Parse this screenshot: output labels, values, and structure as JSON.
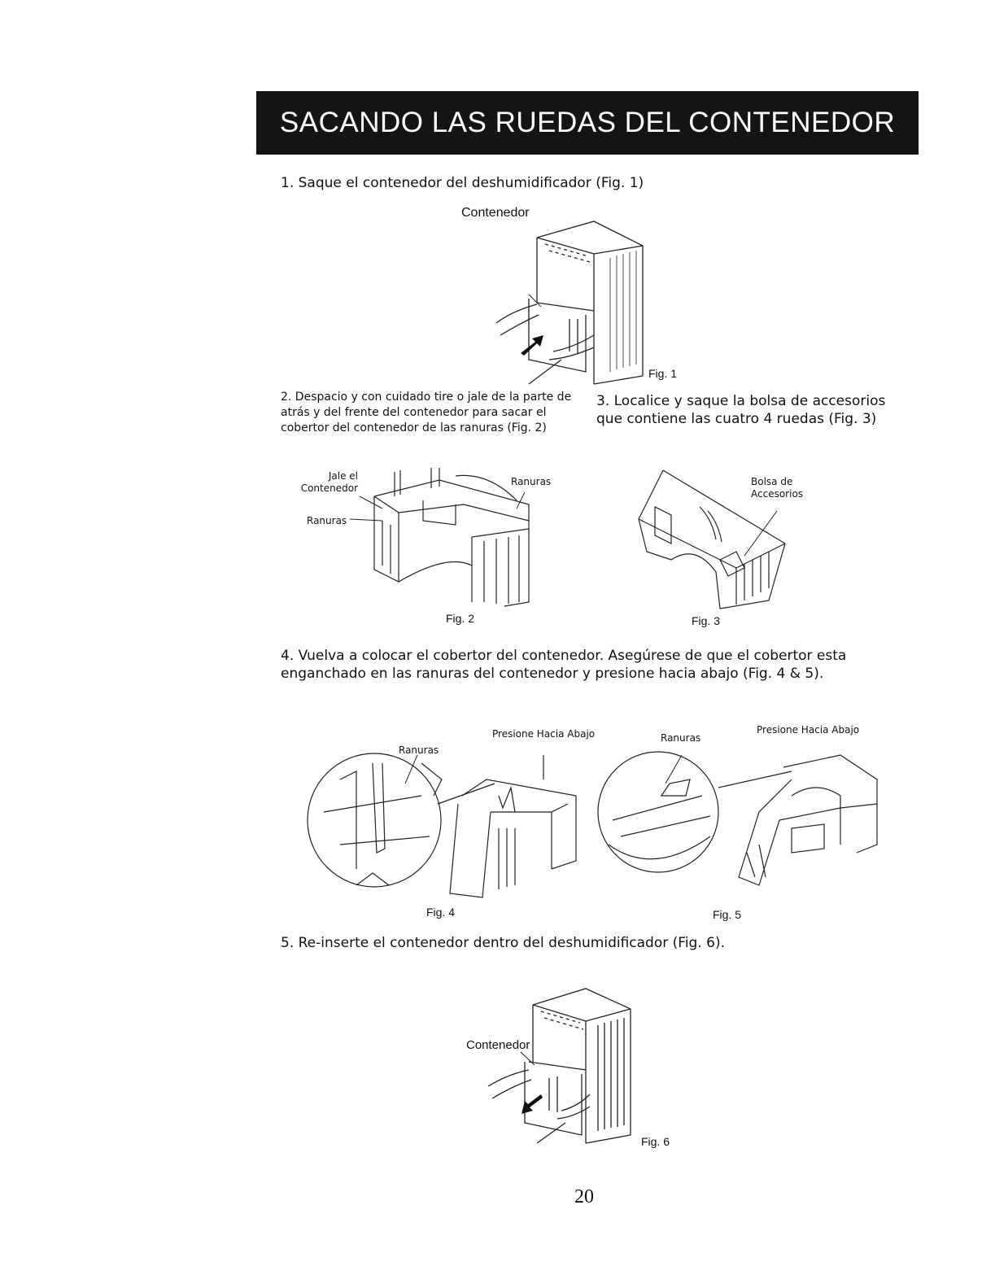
{
  "header": {
    "title": "SACANDO LAS RUEDAS DEL CONTENEDOR"
  },
  "steps": [
    "1. Saque el contenedor del deshumidificador (Fig. 1)",
    "2. Despacio y con cuidado tire o jale de la parte de atrás y del frente del contenedor para sacar el cobertor del contenedor de las ranuras (Fig. 2)",
    "3. Localice y saque la bolsa de accesorios que contiene las cuatro 4 ruedas (Fig. 3)",
    "4. Vuelva a colocar el cobertor del contenedor. Asegúrese de que el cobertor esta enganchado en las ranuras del contenedor y presione hacia abajo (Fig. 4 & 5).",
    "5. Re-inserte el contenedor dentro del deshumidificador (Fig. 6)."
  ],
  "labels": {
    "contenedor": "Contenedor",
    "jale_el_contenedor": "Jale el Contenedor",
    "ranuras": "Ranuras",
    "bolsa_de_accesorios": "Bolsa de Accesorios",
    "presione_hacia_abajo": "Presione Hacia Abajo"
  },
  "figures": [
    "Fig. 1",
    "Fig. 2",
    "Fig. 3",
    "Fig. 4",
    "Fig. 5",
    "Fig. 6"
  ],
  "page_number": "20"
}
